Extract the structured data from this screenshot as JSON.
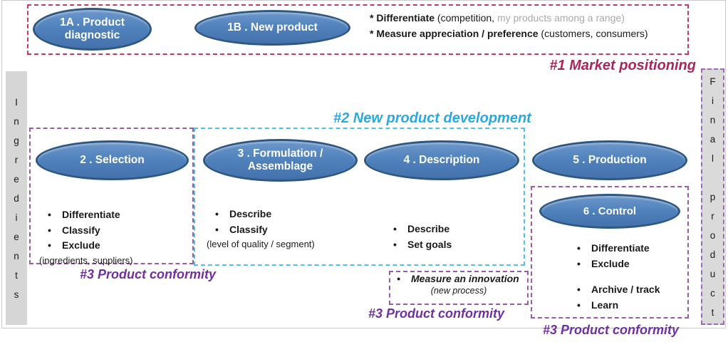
{
  "colors": {
    "ellipse_fill": "#4F81BD",
    "ellipse_border": "#2E5882",
    "stage1_border": "#C43A5E",
    "stage1_label": "#A8275C",
    "stage2_border": "#53C0EC",
    "stage2_label": "#2AA9E0",
    "conformity_border": "#9A5BA5",
    "conformity_label": "#7030A0",
    "sidebar_fill": "#D6D6D6",
    "note_gray": "#A9A9A9"
  },
  "glyphs": {
    "bullet": "•"
  },
  "sidebar_left": {
    "text": "Ingredients"
  },
  "sidebar_right": {
    "text": "Final product"
  },
  "stage1": {
    "ellipse_1a": "1A . Product diagnostic",
    "ellipse_1b": "1B . New product",
    "note1_lead": "* Differentiate",
    "note1_plain": " (competition, ",
    "note1_gray": "my products among a range)",
    "note2_lead": "* Measure appreciation / preference",
    "note2_plain": " (customers, consumers)",
    "label": "#1 Market positioning"
  },
  "stage2": {
    "label": "#2 New product development"
  },
  "selection": {
    "ellipse": "2 . Selection",
    "bullets": [
      "Differentiate",
      "Classify",
      "Exclude"
    ],
    "note": "(ingredients, suppliers)",
    "conformity_label": "#3 Product conformity"
  },
  "formulation": {
    "ellipse": "3 . Formulation / Assemblage",
    "bullets": [
      "Describe",
      "Classify"
    ],
    "note": "(level of quality / segment)"
  },
  "description": {
    "ellipse": "4 . Description",
    "bullets": [
      "Describe",
      "Set goals"
    ],
    "innovation_bullet": "Measure an innovation",
    "innovation_note": "(new process)",
    "conformity_label": "#3 Product conformity"
  },
  "production": {
    "ellipse": "5 . Production"
  },
  "control": {
    "ellipse": "6 . Control",
    "bullets_a": [
      "Differentiate",
      "Exclude"
    ],
    "bullets_b": [
      "Archive / track",
      "Learn"
    ],
    "conformity_label": "#3 Product conformity"
  }
}
